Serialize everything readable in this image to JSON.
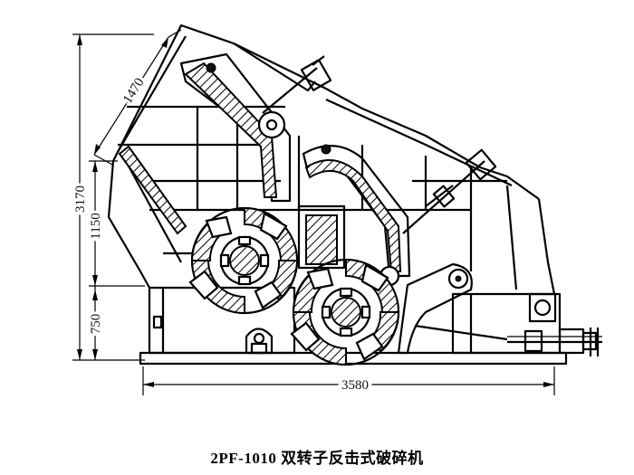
{
  "caption": "2PF-1010 双转子反击式破碎机",
  "dimensions": {
    "overall_height": "3170",
    "upper_height": "1150",
    "lower_height": "750",
    "feed_length": "1470",
    "overall_length": "3580"
  }
}
